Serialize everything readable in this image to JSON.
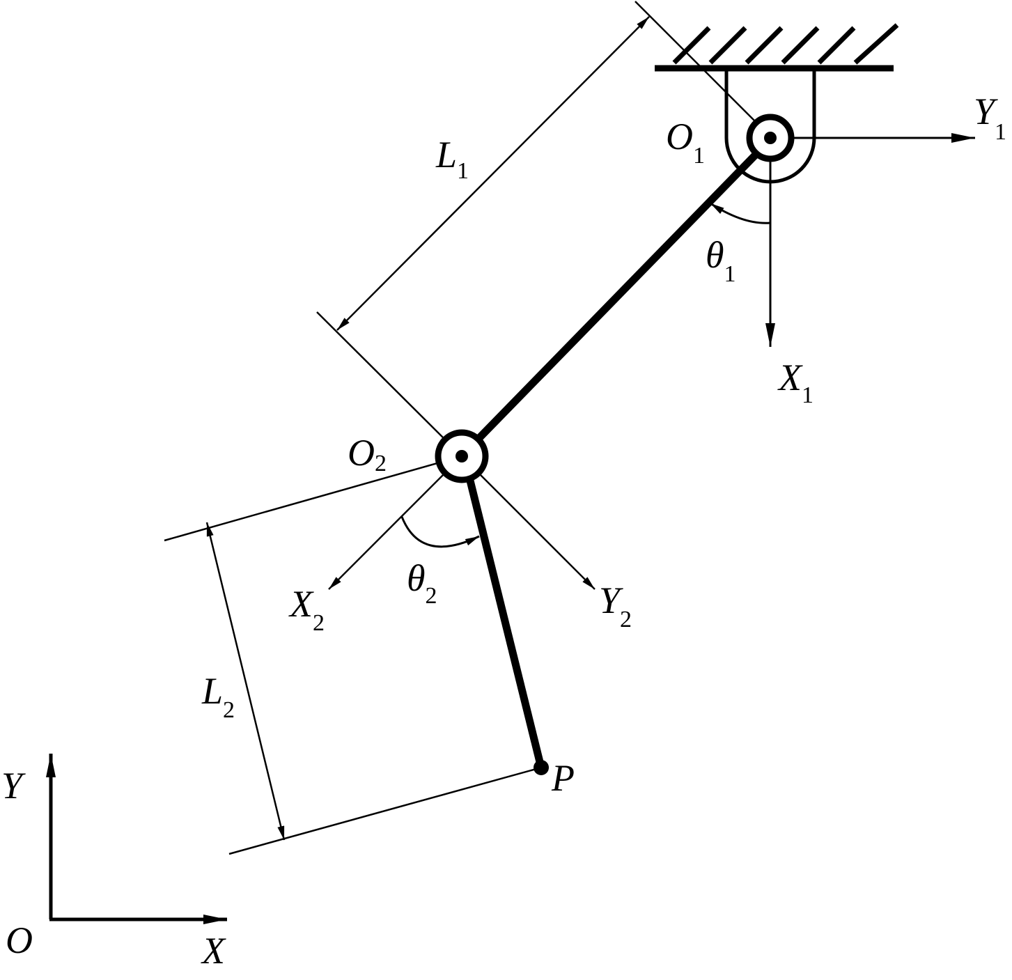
{
  "labels": {
    "L1": {
      "main": "L",
      "sub": "1"
    },
    "L2": {
      "main": "L",
      "sub": "2"
    },
    "O1": {
      "main": "O",
      "sub": "1"
    },
    "O2": {
      "main": "O",
      "sub": "2"
    },
    "X1": {
      "main": "X",
      "sub": "1"
    },
    "Y1": {
      "main": "Y",
      "sub": "1"
    },
    "X2": {
      "main": "X",
      "sub": "2"
    },
    "Y2": {
      "main": "Y",
      "sub": "2"
    },
    "theta1": {
      "main": "θ",
      "sub": "1"
    },
    "theta2": {
      "main": "θ",
      "sub": "2"
    },
    "P": "P",
    "O": "O",
    "X": "X",
    "Y": "Y"
  }
}
